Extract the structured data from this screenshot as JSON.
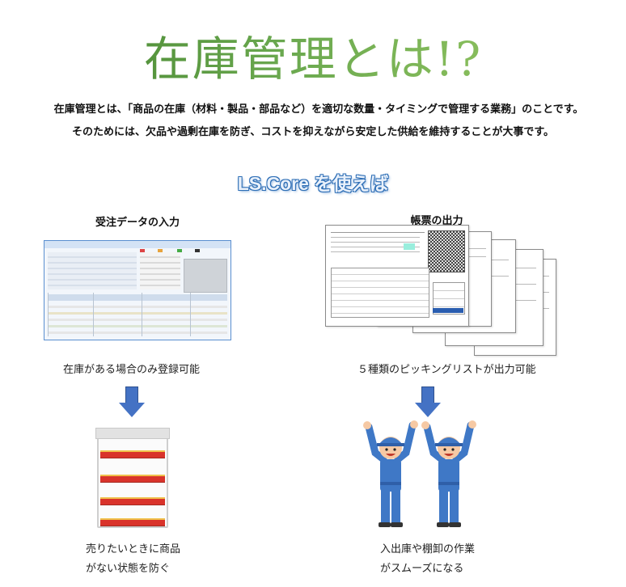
{
  "title": "在庫管理とは!?",
  "intro": {
    "line1": "在庫管理とは、「商品の在庫（材料・製品・部品など）を適切な数量・タイミングで管理する業務」のことです。",
    "line2": "そのためには、欠品や過剰在庫を防ぎ、コストを抑えながら安定した供給を維持することが大事です。"
  },
  "lscore_heading": "LS.Core を使えば",
  "left": {
    "heading": "受注データの入力",
    "caption": "在庫がある場合のみ登録可能",
    "result_line1": "売りたいときに商品",
    "result_line2": "がない状態を防ぐ"
  },
  "right": {
    "heading": "帳票の出力",
    "caption": "５種類のピッキングリストが出力可能",
    "result_line1": "入出庫や棚卸の作業",
    "result_line2": "がスムーズになる"
  },
  "colors": {
    "title_green": "#5b9a3a",
    "arrow_blue": "#4472c4",
    "shelf_red": "#d9332b",
    "worker_blue": "#3f78c6"
  },
  "icons": {
    "arrow": "arrow-down-icon",
    "shelf": "shelf-icon",
    "workers": "cheering-workers-icon"
  }
}
